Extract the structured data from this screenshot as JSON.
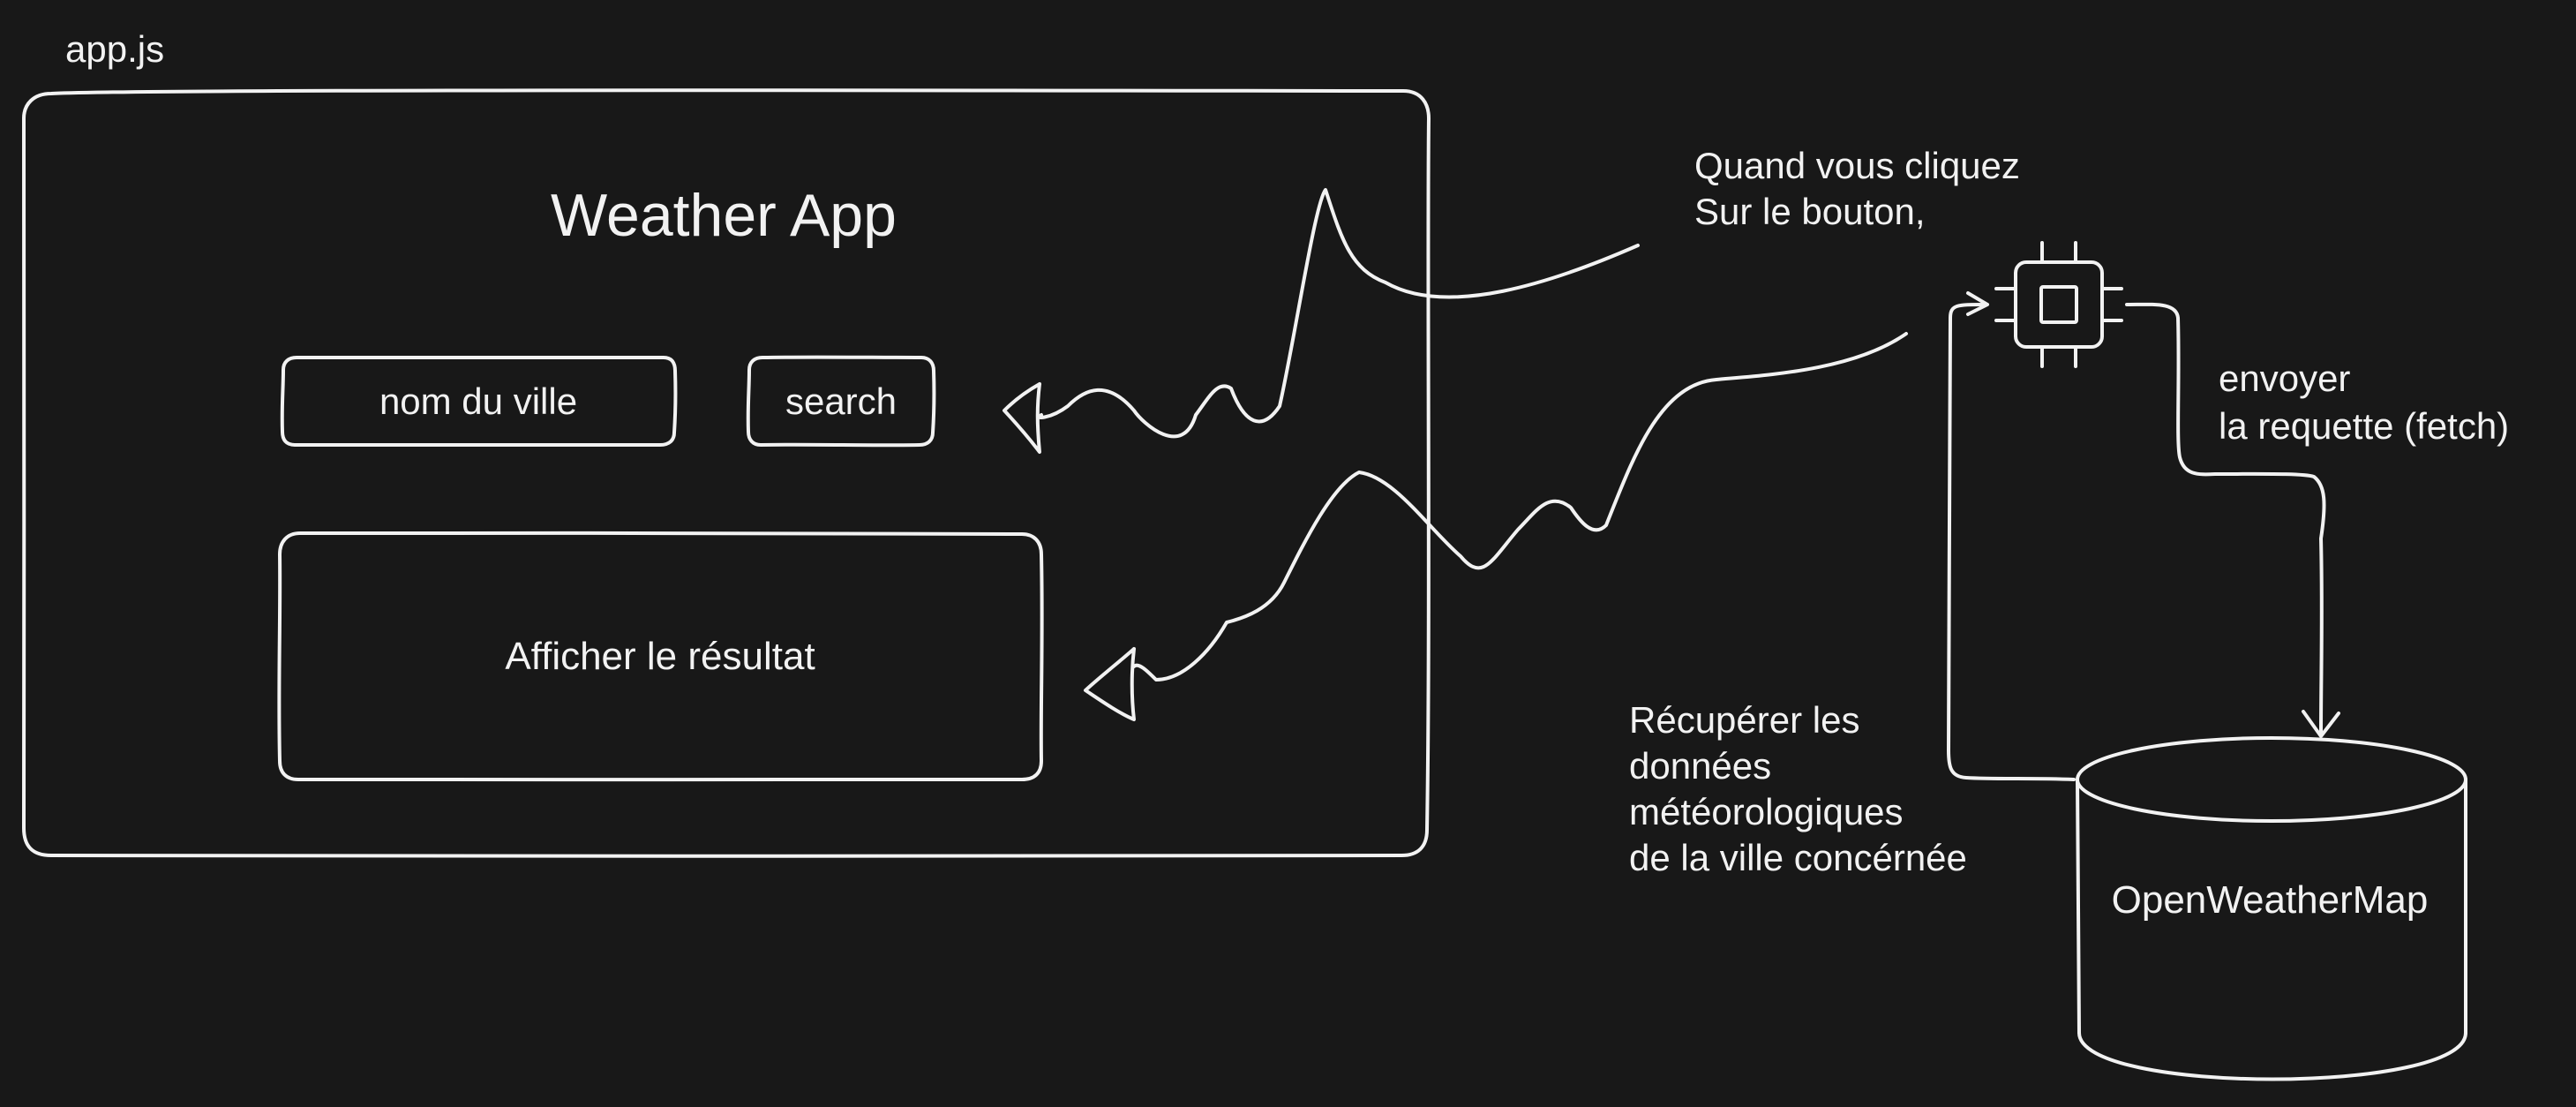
{
  "file": {
    "name": "app.js"
  },
  "app": {
    "title": "Weather App",
    "city_input": {
      "text": "nom du ville"
    },
    "search_button": {
      "label": "search"
    },
    "result_area": {
      "text": "Afficher le résultat"
    }
  },
  "annotations": {
    "click_note": [
      "Quand vous cliquez",
      "Sur le bouton,"
    ],
    "fetch_note": [
      "envoyer",
      "la requette (fetch)"
    ],
    "retrieve_note": [
      "Récupérer les",
      "données",
      "météorologiques",
      "de la ville concérnée"
    ]
  },
  "database": {
    "label": "OpenWeatherMap"
  },
  "icons": {
    "processor": "cpu-chip-icon"
  },
  "colors": {
    "background": "#181818",
    "stroke": "#f2f2f2"
  }
}
